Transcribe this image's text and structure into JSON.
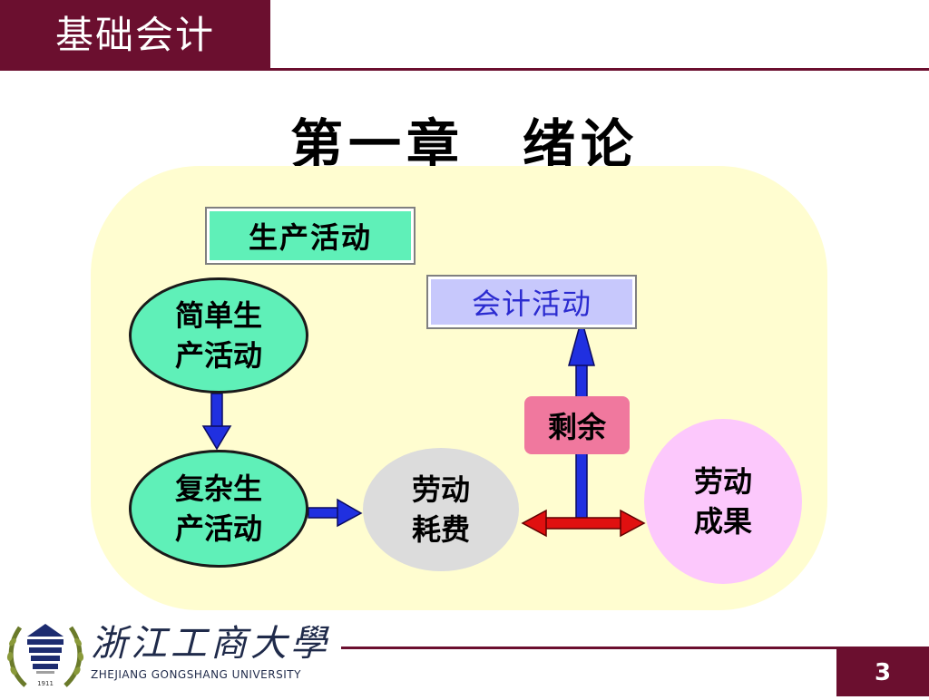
{
  "header": {
    "title": "基础会计",
    "bar_color": "#6b0f2f"
  },
  "slide": {
    "title": "第一章　绪论",
    "page_number": "3"
  },
  "diagram": {
    "production_label": "生产活动",
    "accounting_label": "会计活动",
    "simple_production": [
      "简单生",
      "产活动"
    ],
    "complex_production": [
      "复杂生",
      "产活动"
    ],
    "labor_consumption": [
      "劳动",
      "耗费"
    ],
    "labor_result": [
      "劳动",
      "成果"
    ],
    "surplus_label": "剩余",
    "colors": {
      "panel": "#fffdd0",
      "production_green": "#5ff0b8",
      "accounting_blue": "#c7c8fc",
      "labor_gray": "#dcdcdc",
      "result_pink": "#fcc8fc",
      "surplus_pink": "#f0789e",
      "arrow_blue": "#2030e0",
      "arrow_red": "#e01010"
    }
  },
  "footer": {
    "university_cn": "浙江工商大學",
    "university_en": "ZHEJIANG GONGSHANG UNIVERSITY",
    "logo_year": "1911"
  }
}
